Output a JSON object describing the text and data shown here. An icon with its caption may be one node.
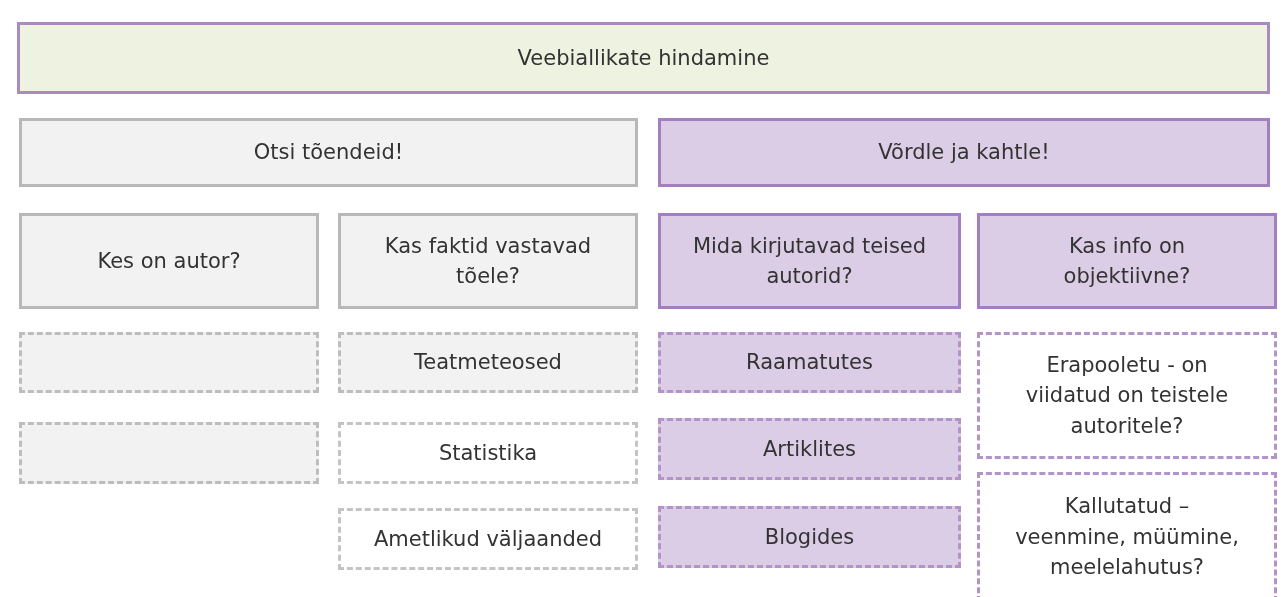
{
  "diagram": {
    "nodes": [
      {
        "text": [
          "Veebiallikate hindamine"
        ]
      },
      {
        "text": [
          "Otsi tõendeid!"
        ]
      },
      {
        "text": [
          "Võrdle ja kahtle!"
        ]
      },
      {
        "text": [
          "Kes on autor?"
        ]
      },
      {
        "text": [
          "Kas faktid vastavad tõele?"
        ]
      },
      {
        "text": [
          "Mida kirjutavad teised autorid?"
        ]
      },
      {
        "text": [
          "Kas info on objektiivne?"
        ]
      },
      {
        "text": [],
        "shape": "box"
      },
      {
        "text": [
          "Teatmeteosed"
        ]
      },
      {
        "text": [
          "Raamatutes"
        ]
      },
      {
        "text": [
          "Erapooletu - on viidatud on teistele autoritele?"
        ]
      },
      {
        "text": [],
        "shape": "box"
      },
      {
        "text": [
          "Statistika"
        ]
      },
      {
        "text": [
          "Artiklites"
        ]
      },
      {
        "text": [
          "Kallutatud – veenmine, müümine, meelelahutus?"
        ]
      },
      {
        "text": [
          "Ametlikud väljaanded"
        ]
      },
      {
        "text": [
          "Blogides"
        ]
      }
    ]
  }
}
